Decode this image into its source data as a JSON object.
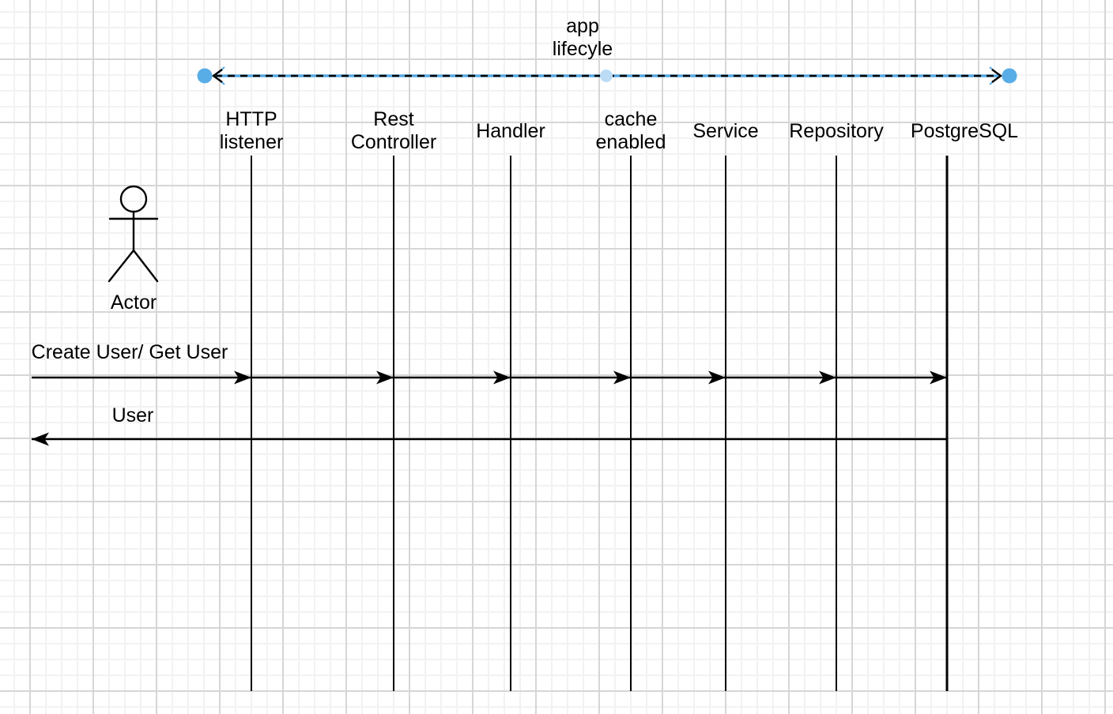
{
  "edge": {
    "label": "app\nlifecyle"
  },
  "actor": {
    "label": "Actor"
  },
  "participants": [
    {
      "label": "HTTP\nlistener"
    },
    {
      "label": "Rest\nController"
    },
    {
      "label": "Handler"
    },
    {
      "label": "cache\nenabled"
    },
    {
      "label": "Service"
    },
    {
      "label": "Repository"
    },
    {
      "label": "PostgreSQL"
    }
  ],
  "messages": [
    {
      "label": "Create User/ Get User",
      "direction": "right"
    },
    {
      "label": "User",
      "direction": "left"
    }
  ],
  "colors": {
    "selection_blue": "#57a9e2",
    "handle_blue": "#58ade6",
    "handle_blue_light": "#bcdcf5",
    "shape_black": "#000000"
  }
}
